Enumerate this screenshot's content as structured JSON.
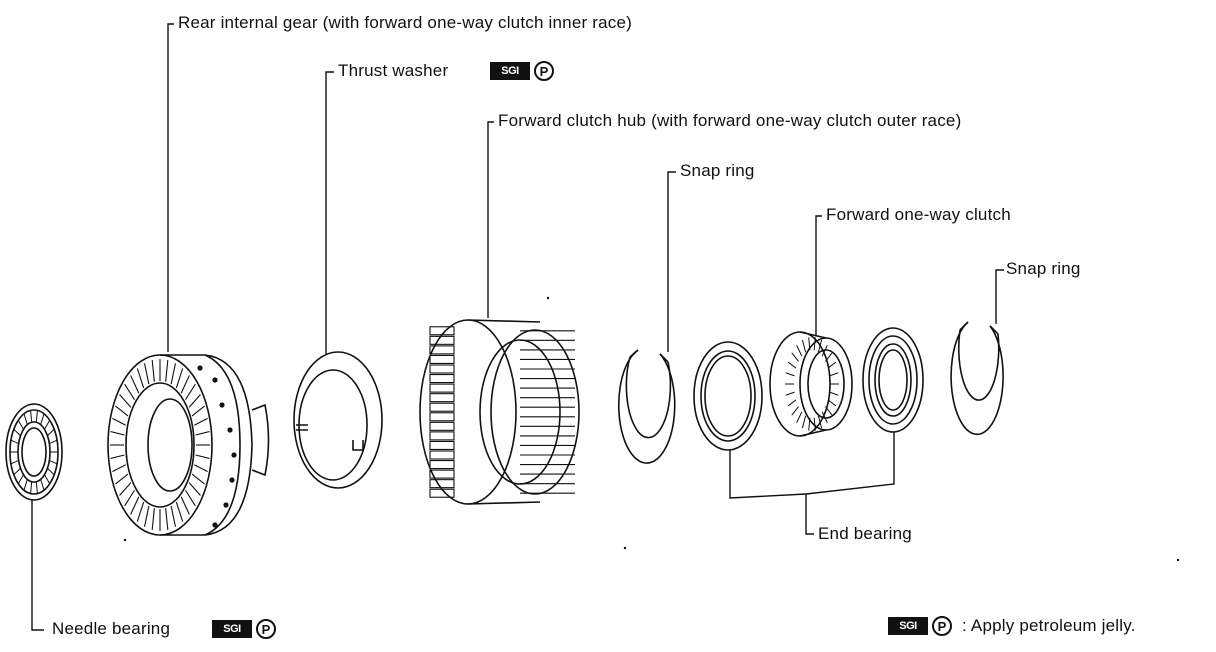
{
  "labels": {
    "rear_internal_gear": "Rear internal gear (with forward one-way clutch inner race)",
    "thrust_washer": "Thrust washer",
    "forward_clutch_hub": "Forward clutch hub (with forward one-way clutch outer race)",
    "snap_ring_1": "Snap ring",
    "forward_one_way_clutch": "Forward one-way clutch",
    "snap_ring_2": "Snap ring",
    "end_bearing": "End bearing",
    "needle_bearing": "Needle bearing",
    "legend_text": ": Apply petroleum jelly."
  },
  "symbols": {
    "badge_text": "SGI",
    "p_letter": "P"
  },
  "colors": {
    "ink": "#111111",
    "paper": "#ffffff"
  }
}
